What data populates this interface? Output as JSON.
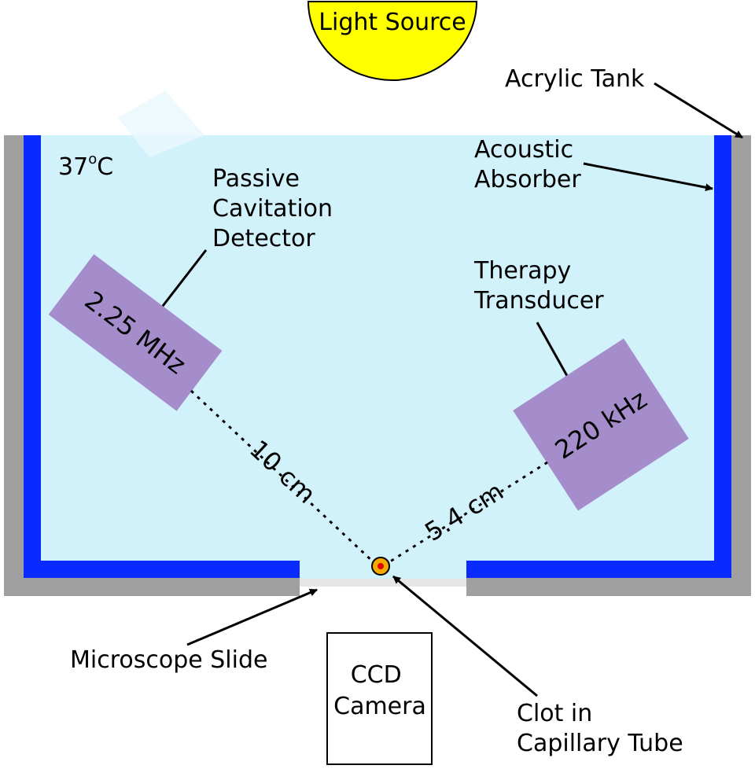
{
  "diagram": {
    "light_source": "Light Source",
    "temperature": {
      "value": "37",
      "superscript": "o",
      "unit": "C"
    },
    "acrylic_tank": "Acrylic Tank",
    "acoustic_absorber": [
      "Acoustic",
      "Absorber"
    ],
    "pcd_label": [
      "Passive",
      "Cavitation",
      "Detector"
    ],
    "pcd_frequency": "2.25 MHz",
    "therapy_label": [
      "Therapy",
      "Transducer"
    ],
    "therapy_frequency": "220 kHz",
    "distance_pcd": "10 cm",
    "distance_therapy": "5.4 cm",
    "microscope_slide": "Microscope Slide",
    "camera": [
      "CCD",
      "Camera"
    ],
    "clot": [
      "Clot in",
      "Capillary Tube"
    ]
  },
  "colors": {
    "water": "#d2f2fb",
    "absorber": "#0a2bff",
    "tank_wall": "#a0a0a0",
    "transducer": "#a58dcc",
    "light_source": "#ffff00",
    "clot_outer": "#f2a900",
    "clot_inner": "#e10000"
  }
}
